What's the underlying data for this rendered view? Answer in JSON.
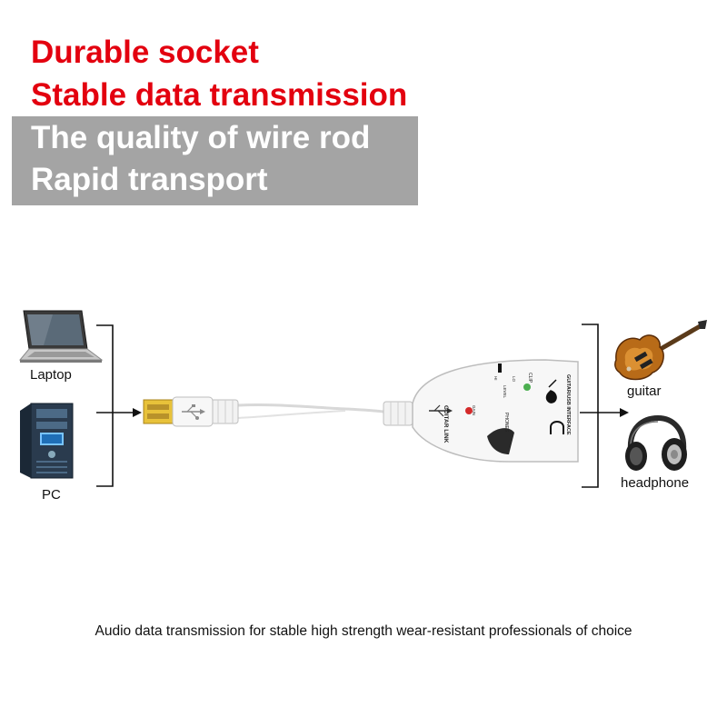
{
  "headlines": {
    "line1": "Durable socket",
    "line2": "Stable data transmission",
    "line3": "The quality of wire rod",
    "line4": "Rapid transport"
  },
  "devices": {
    "left": [
      {
        "label": "Laptop",
        "icon": "laptop-icon"
      },
      {
        "label": "PC",
        "icon": "desktop-tower-icon"
      }
    ],
    "right": [
      {
        "label": "guitar",
        "icon": "electric-guitar-icon"
      },
      {
        "label": "headphone",
        "icon": "headphone-icon"
      }
    ]
  },
  "cable": {
    "connector_icon": "usb-plug-icon",
    "box_print": {
      "title": "GUITAR LINK",
      "interface": "GUITAR/USB INTERFACE",
      "phones": "PHONES",
      "clip": "CLIP",
      "level": "LEVEL",
      "hi": "HI",
      "lo": "LO",
      "gain": "GAIN"
    }
  },
  "caption": "Audio data transmission for stable high strength wear-resistant professionals of choice",
  "colors": {
    "headline_red": "#e3000f",
    "banner_gray": "#a4a4a4",
    "usb_gold": "#e8c23a",
    "cable_white": "#f4f4f4"
  }
}
